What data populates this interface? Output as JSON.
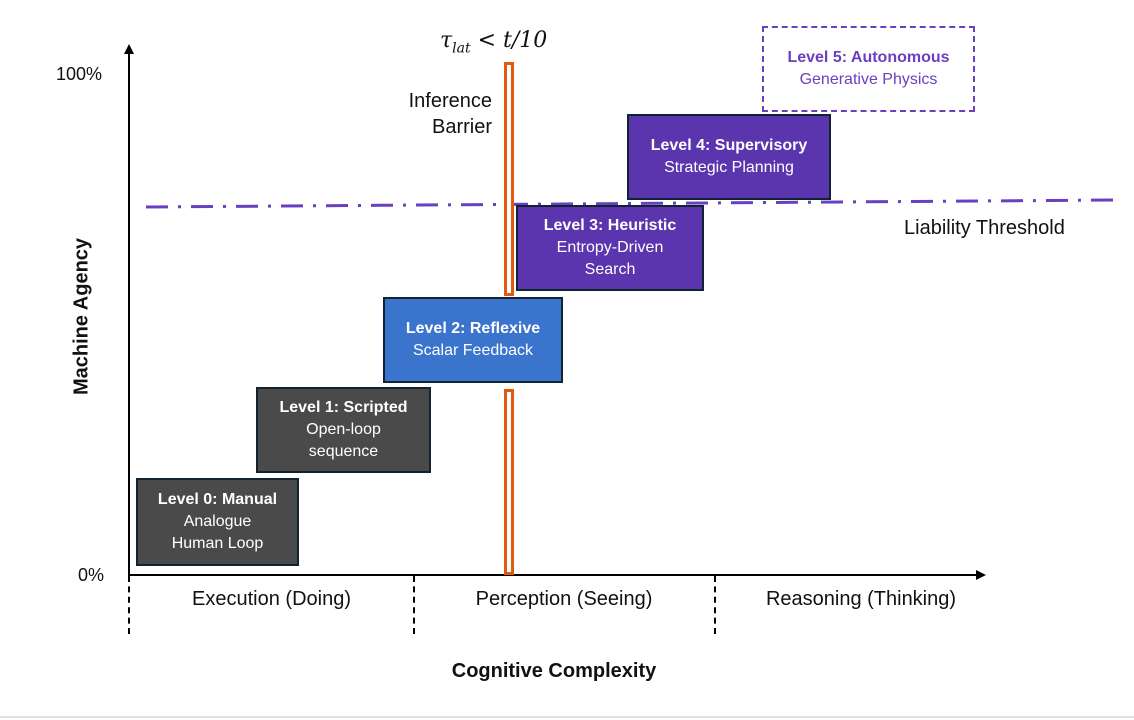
{
  "diagram": {
    "title_formula": {
      "tau": "τ",
      "sub": "lat",
      "rest": " < t/10"
    },
    "y_axis": {
      "label": "Machine Agency",
      "ticks": [
        "100%",
        "0%"
      ]
    },
    "x_axis": {
      "label": "Cognitive Complexity",
      "regions": [
        "Execution (Doing)",
        "Perception (Seeing)",
        "Reasoning (Thinking)"
      ]
    },
    "barrier": {
      "label_line1": "Inference",
      "label_line2": "Barrier",
      "color": "#e05a10"
    },
    "threshold": {
      "label": "Liability Threshold",
      "color": "#6a3fc0"
    },
    "levels": [
      {
        "title": "Level 0: Manual",
        "lines": [
          "Analogue",
          "Human Loop"
        ],
        "color": "#4a4a4a"
      },
      {
        "title": "Level 1: Scripted",
        "lines": [
          "Open-loop",
          "sequence"
        ],
        "color": "#4a4a4a"
      },
      {
        "title": "Level 2: Reflexive",
        "lines": [
          "Scalar Feedback"
        ],
        "color": "#3b74cc"
      },
      {
        "title": "Level 3: Heuristic",
        "lines": [
          "Entropy-Driven",
          "Search"
        ],
        "color": "#5b35ad"
      },
      {
        "title": "Level 4: Supervisory",
        "lines": [
          "Strategic Planning"
        ],
        "color": "#5b35ad"
      },
      {
        "title": "Level 5: Autonomous",
        "lines": [
          "Generative Physics"
        ],
        "color": "#6a3fc0"
      }
    ]
  }
}
